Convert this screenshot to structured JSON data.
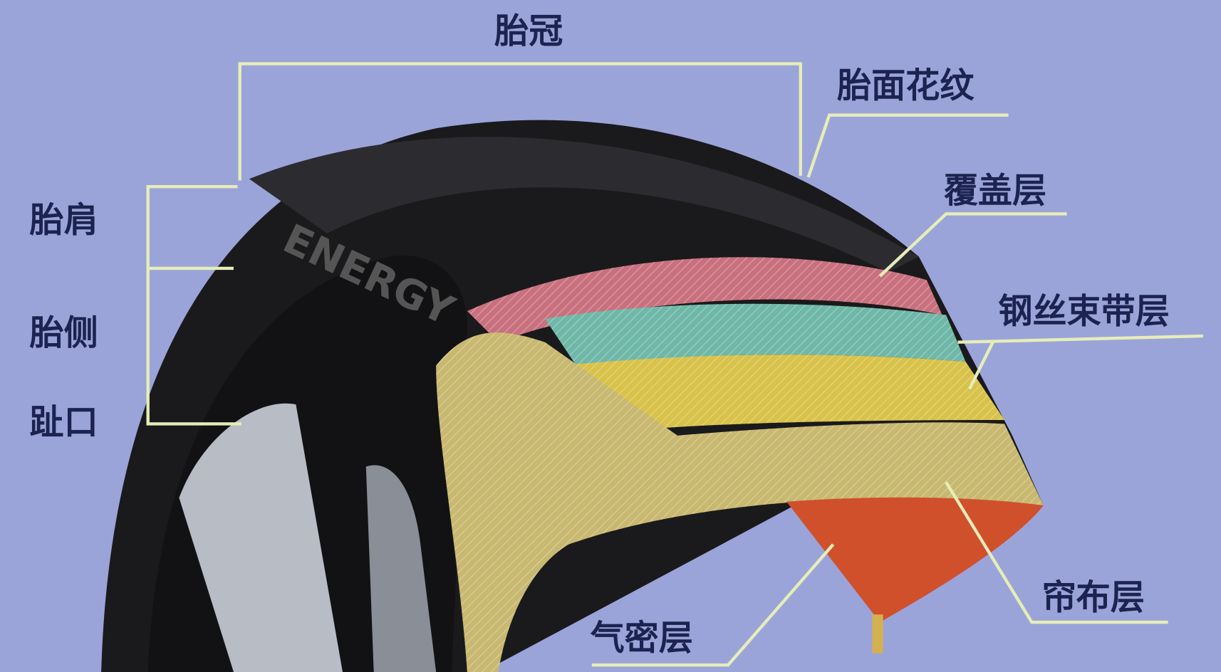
{
  "labels": {
    "crown": "胎冠",
    "tread_pattern": "胎面花纹",
    "cap_ply": "覆盖层",
    "steel_belt": "钢丝束带层",
    "carcass_ply": "帘布层",
    "inner_liner": "气密层",
    "shoulder": "胎肩",
    "sidewall": "胎侧",
    "bead": "趾口"
  },
  "tire_sidewall_text": "ENERGY",
  "colors": {
    "background": "#9ba4d9",
    "leader_line": "#e6edb8",
    "label_text": "#1c2350",
    "cap_ply": "#c9707e",
    "steel_belt_top": "#6fb8a8",
    "steel_belt_bottom": "#d8c24a",
    "carcass_ply": "#c8b870",
    "inner_liner": "#d0502c"
  }
}
